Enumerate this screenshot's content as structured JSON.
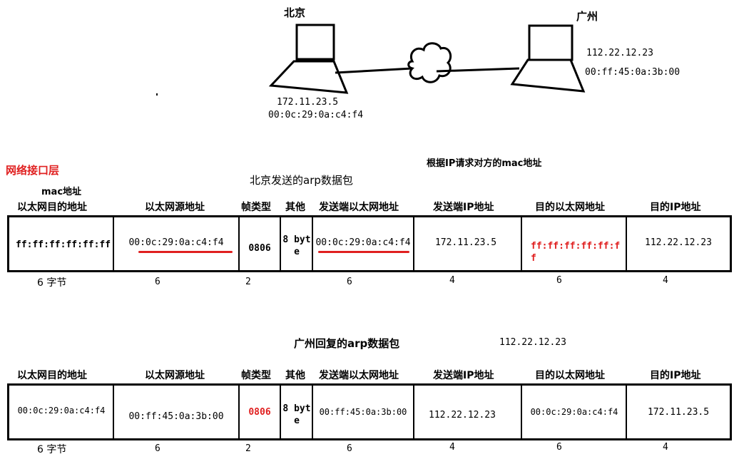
{
  "topology": {
    "beijing": {
      "city": "北京",
      "ip": "172.11.23.5",
      "mac": "00:0c:29:0a:c4:f4"
    },
    "guangzhou": {
      "city": "广州",
      "ip": "112.22.12.23",
      "mac": "00:ff:45:0a:3b:00"
    }
  },
  "layer_label": "网络接口层",
  "request_note": "根据IP请求对方的mac地址",
  "packet1": {
    "title": "北京发送的arp数据包",
    "mac_note": "mac地址",
    "headers": [
      "以太网目的地址",
      "以太网源地址",
      "帧类型",
      "其他",
      "发送端以太网地址",
      "发送端IP地址",
      "目的以太网地址",
      "目的IP地址"
    ],
    "cells": {
      "dst_mac": "ff:ff:ff:ff:ff:ff",
      "src_mac": "00:0c:29:0a:c4:f4",
      "frame_type": "0806",
      "other": "8 byte",
      "sender_mac": "00:0c:29:0a:c4:f4",
      "sender_ip": "172.11.23.5",
      "target_mac": "ff:ff:ff:ff:ff:ff",
      "target_ip": "112.22.12.23"
    },
    "sizes": [
      "6 字节",
      "6",
      "2",
      "6",
      "4",
      "6",
      "4"
    ]
  },
  "packet2": {
    "title": "广州回复的arp数据包",
    "side_note": "112.22.12.23",
    "headers": [
      "以太网目的地址",
      "以太网源地址",
      "帧类型",
      "其他",
      "发送端以太网地址",
      "发送端IP地址",
      "目的以太网地址",
      "目的IP地址"
    ],
    "cells": {
      "dst_mac": "00:0c:29:0a:c4:f4",
      "src_mac": "00:ff:45:0a:3b:00",
      "frame_type": "0806",
      "other": "8 byte",
      "sender_mac": "00:ff:45:0a:3b:00",
      "sender_ip": "112.22.12.23",
      "target_mac": "00:0c:29:0a:c4:f4",
      "target_ip": "172.11.23.5"
    },
    "sizes": [
      "6 字节",
      "6",
      "2",
      "6",
      "4",
      "6",
      "4"
    ]
  },
  "colors": {
    "highlight": "#e02020",
    "line": "#000000"
  }
}
